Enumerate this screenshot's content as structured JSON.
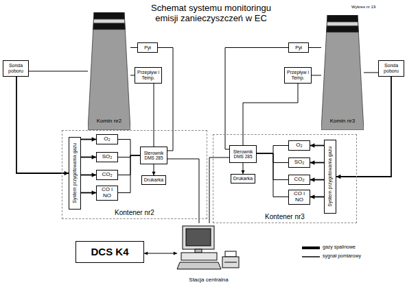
{
  "diagram": {
    "title": "Schemat systemu monitoringu emisji zanieczyszczeń w EC",
    "nodes": [
      {
        "text": [
          "Komin nr2"
        ]
      },
      {
        "text": [
          "Sonda poboru"
        ]
      },
      {
        "text": [
          "Pył"
        ]
      },
      {
        "text": [
          "Przepływ i Temp."
        ]
      },
      {
        "text": [
          "Kontener nr2"
        ]
      },
      {
        "text": [
          "System przygotowania gazu"
        ],
        "in": 4
      },
      {
        "text": [
          "O₂"
        ],
        "in": 4
      },
      {
        "text": [
          "SO₂"
        ],
        "in": 4
      },
      {
        "text": [
          "CO₂"
        ],
        "in": 4
      },
      {
        "text": [
          "CO i NO"
        ],
        "in": 4
      },
      {
        "text": [
          "Sterownik DMS 285"
        ],
        "in": 4
      },
      {
        "text": [
          "Drukarka"
        ],
        "in": 4
      },
      {
        "text": [
          "Komin nr3"
        ]
      },
      {
        "text": [
          "Pył"
        ]
      },
      {
        "text": [
          "Przepływ i Temp."
        ]
      },
      {
        "text": [
          "Sonda poboru"
        ]
      },
      {
        "text": [
          "Kontener nr3"
        ]
      },
      {
        "text": [
          "Sterownik DMS 285"
        ],
        "in": 16
      },
      {
        "text": [
          "Drukarka"
        ],
        "in": 16
      },
      {
        "text": [
          "O₂"
        ],
        "in": 16
      },
      {
        "text": [
          "SO₂"
        ],
        "in": 16
      },
      {
        "text": [
          "CO₂"
        ],
        "in": 16
      },
      {
        "text": [
          "CO i NO"
        ],
        "in": 16
      },
      {
        "text": [
          "System przygotowania gazu"
        ],
        "in": 16
      },
      {
        "text": [
          "Stacja centralna"
        ]
      },
      {
        "text": [
          "DCS K4"
        ]
      }
    ],
    "edges": [
      {
        "from": 1,
        "to": 0,
        "arrow": "none"
      },
      {
        "from": 0,
        "to": 2,
        "arrow": "none"
      },
      {
        "from": 0,
        "to": 3,
        "arrow": "none"
      },
      {
        "from": 1,
        "to": 5,
        "arrow": "to"
      },
      {
        "from": 5,
        "to": 6,
        "arrow": "to"
      },
      {
        "from": 5,
        "to": 7,
        "arrow": "to"
      },
      {
        "from": 5,
        "to": 8,
        "arrow": "to"
      },
      {
        "from": 5,
        "to": 9,
        "arrow": "to"
      },
      {
        "from": 6,
        "to": 10,
        "arrow": "none"
      },
      {
        "from": 7,
        "to": 10,
        "arrow": "none"
      },
      {
        "from": 8,
        "to": 10,
        "arrow": "none"
      },
      {
        "from": 9,
        "to": 10,
        "arrow": "none"
      },
      {
        "from": 2,
        "to": 10,
        "arrow": "none"
      },
      {
        "from": 3,
        "to": 10,
        "arrow": "none"
      },
      {
        "from": 10,
        "to": 11,
        "arrow": "to"
      },
      {
        "from": 10,
        "to": 24,
        "arrow": "none"
      },
      {
        "from": 15,
        "to": 12,
        "arrow": "none"
      },
      {
        "from": 12,
        "to": 13,
        "arrow": "none"
      },
      {
        "from": 12,
        "to": 14,
        "arrow": "none"
      },
      {
        "from": 15,
        "to": 23,
        "arrow": "to"
      },
      {
        "from": 23,
        "to": 19,
        "arrow": "to"
      },
      {
        "from": 23,
        "to": 20,
        "arrow": "to"
      },
      {
        "from": 23,
        "to": 21,
        "arrow": "to"
      },
      {
        "from": 23,
        "to": 22,
        "arrow": "to"
      },
      {
        "from": 19,
        "to": 17,
        "arrow": "none"
      },
      {
        "from": 20,
        "to": 17,
        "arrow": "none"
      },
      {
        "from": 21,
        "to": 17,
        "arrow": "none"
      },
      {
        "from": 22,
        "to": 17,
        "arrow": "none"
      },
      {
        "from": 13,
        "to": 17,
        "arrow": "none"
      },
      {
        "from": 14,
        "to": 17,
        "arrow": "none"
      },
      {
        "from": 17,
        "to": 18,
        "arrow": "to"
      },
      {
        "from": 17,
        "to": 24,
        "arrow": "none"
      },
      {
        "from": 25,
        "to": 24,
        "arrow": "both"
      }
    ],
    "labels": [
      "Wykres nr 19"
    ],
    "legend": [
      {
        "text": "gazy spalinowe"
      },
      {
        "text": "sygnał pomiarowy"
      }
    ]
  }
}
